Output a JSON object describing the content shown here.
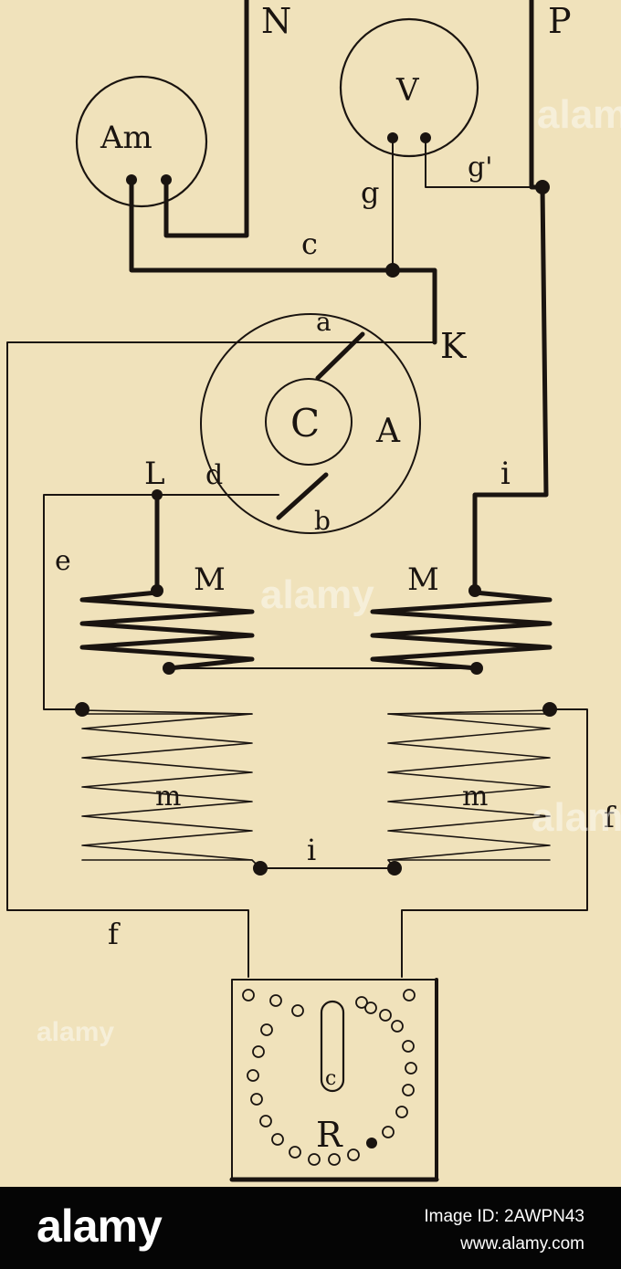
{
  "diagram": {
    "colors": {
      "paper": "#f0e2bb",
      "ink": "#1a1410"
    },
    "labels": {
      "N": "N",
      "P": "P",
      "Am": "Am",
      "V": "V",
      "g": "g",
      "g_prime": "g'",
      "c": "c",
      "K": "K",
      "a": "a",
      "C": "C",
      "A": "A",
      "L": "L",
      "d": "d",
      "b": "b",
      "i_upper": "i",
      "e": "e",
      "M_left": "M",
      "M_right": "M",
      "m_left": "m",
      "m_right": "m",
      "i_lower": "i",
      "f_left": "f",
      "f_right": "f",
      "R": "R",
      "c_rheostat": "c"
    },
    "watermarks": [
      "alamy",
      "alamy",
      "alamy",
      "alamy"
    ]
  },
  "footer": {
    "brand": "alamy",
    "image_id": "Image ID: 2AWPN43",
    "site": "www.alamy.com",
    "colors": {
      "background": "#050505",
      "text": "#ffffff"
    }
  }
}
